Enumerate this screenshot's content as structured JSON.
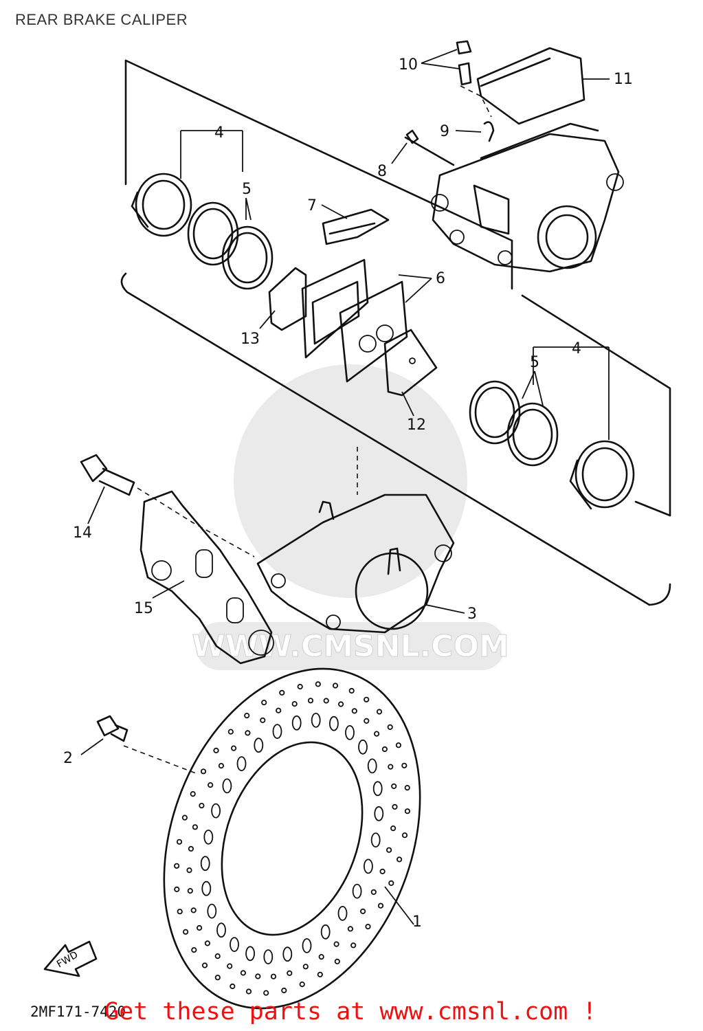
{
  "diagram": {
    "title": "REAR BRAKE CALIPER",
    "part_code": "2MF171-7420",
    "direction_label": "FWD",
    "watermark_text": "WWW.CMSNL.COM",
    "callouts": [
      "1",
      "2",
      "3",
      "4",
      "4",
      "5",
      "5",
      "6",
      "7",
      "8",
      "9",
      "10",
      "11",
      "12",
      "13",
      "14",
      "15"
    ]
  },
  "footer": {
    "cta": "Get these parts at www.cmsnl.com !",
    "cta_color": "#ee1111"
  }
}
